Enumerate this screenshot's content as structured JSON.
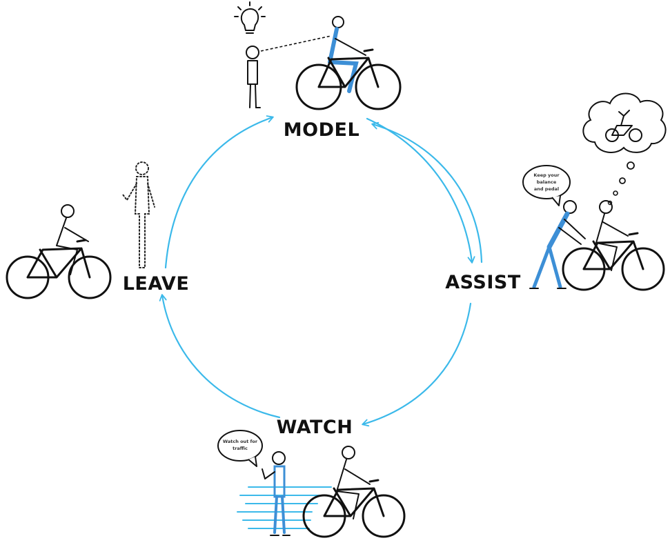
{
  "colors": {
    "cycle_arrow": "#3bb9ea",
    "ink": "#111111",
    "highlight": "#3d8fd6",
    "text": "#111111"
  },
  "stages": {
    "model": "MODEL",
    "assist": "ASSIST",
    "watch": "WATCH",
    "leave": "LEAVE"
  },
  "bubbles": {
    "assist_line1": "Keep your",
    "assist_line2": "balance",
    "assist_line3": "and pedal",
    "watch_line1": "Watch out for",
    "watch_line2": "traffic"
  },
  "icons": [
    "lightbulb-icon",
    "bicycle-icon",
    "person-icon",
    "speech-bubble-icon",
    "thought-bubble-icon"
  ]
}
